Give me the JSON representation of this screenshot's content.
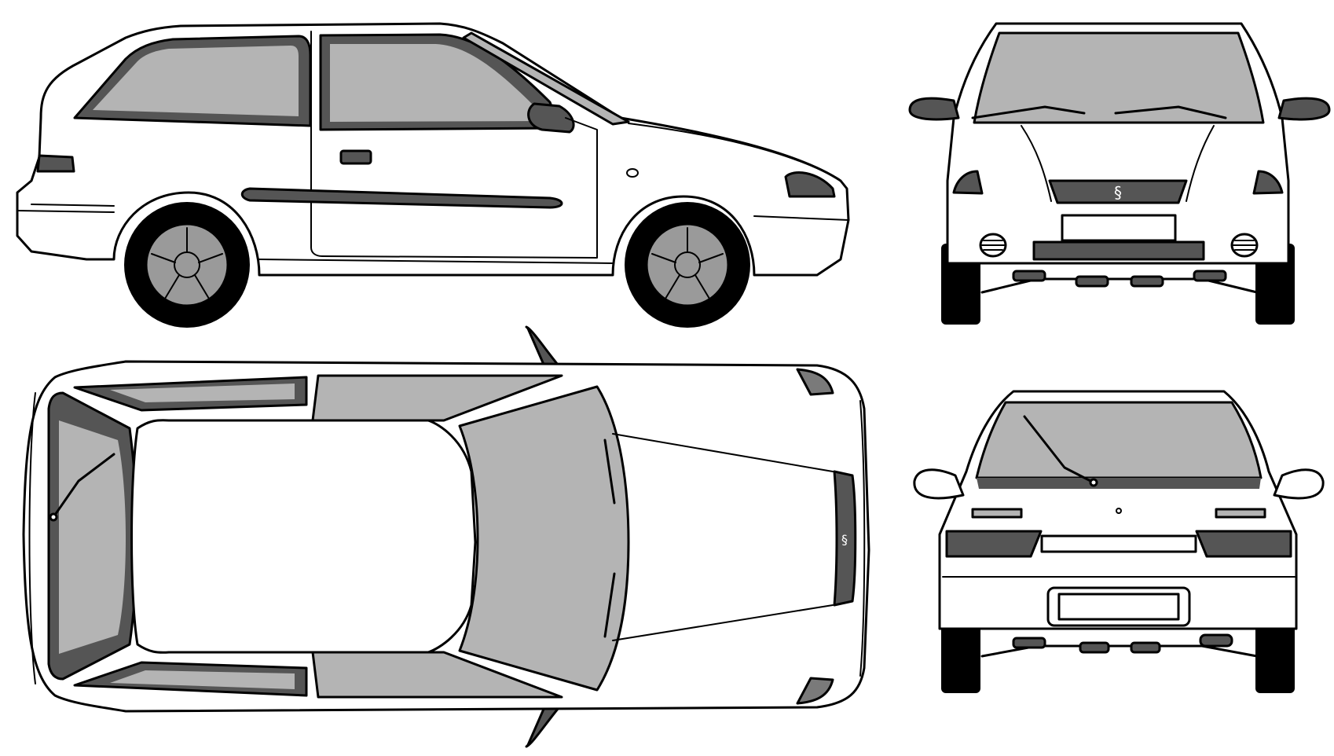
{
  "diagram": {
    "views": [
      {
        "name": "side"
      },
      {
        "name": "front"
      },
      {
        "name": "top"
      },
      {
        "name": "rear"
      }
    ],
    "colors": {
      "outline": "#000000",
      "body": "#ffffff",
      "glass": "#b4b4b4",
      "trim": "#555555",
      "wheel_hub": "#9a9a9a",
      "tire": "#000000"
    },
    "icons": {
      "front_badge": "suzuki-s-logo-icon",
      "top_badge": "suzuki-s-logo-icon"
    }
  }
}
